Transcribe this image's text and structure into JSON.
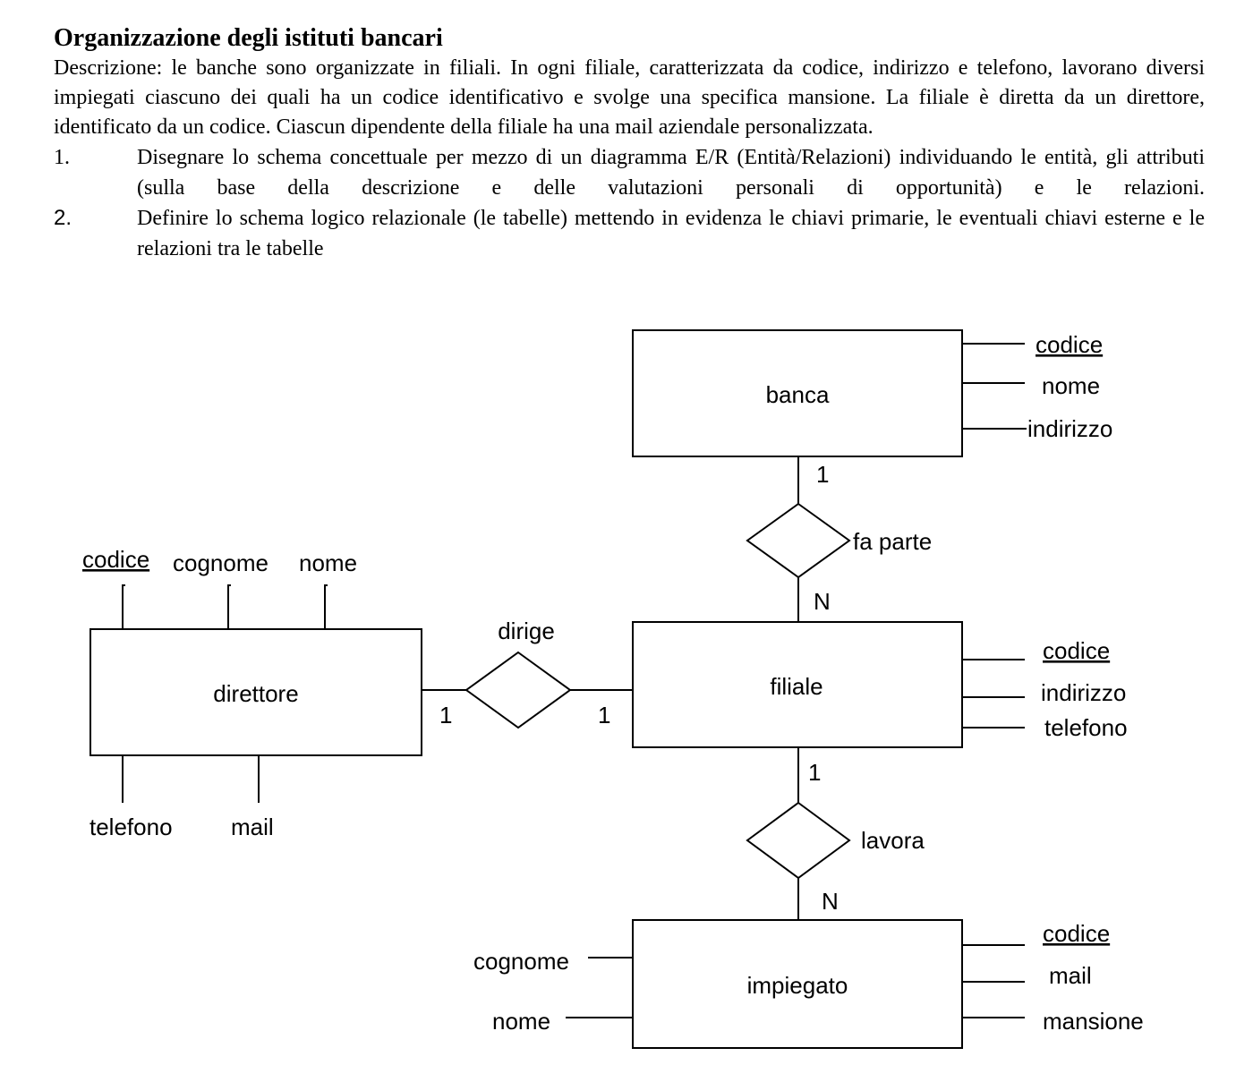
{
  "document": {
    "title": "Organizzazione degli istituti bancari",
    "description": "Descrizione: le banche sono organizzate in filiali. In ogni filiale, caratterizzata da codice, indirizzo e telefono, lavorano diversi impiegati ciascuno dei quali ha un codice identificativo e svolge una specifica mansione. La filiale è diretta da  un direttore, identificato da un codice. Ciascun dipendente della filiale ha una mail aziendale personalizzata.",
    "tasks": [
      {
        "number": "1.",
        "text": "Disegnare lo schema concettuale per mezzo di un  diagramma E/R  (Entità/Relazioni) individuando le entità, gli attributi (sulla base della descrizione e delle  valutazioni personali di opportunità) e le relazioni."
      },
      {
        "number": "2.",
        "text": "Definire lo schema logico relazionale (le tabelle) mettendo in evidenza le chiavi primarie, le eventuali chiavi esterne e le relazioni tra le tabelle"
      }
    ]
  },
  "diagram": {
    "entities": {
      "banca": {
        "name": "banca",
        "attributes": [
          {
            "name": "codice",
            "key": true
          },
          {
            "name": "nome",
            "key": false
          },
          {
            "name": "indirizzo",
            "key": false
          }
        ]
      },
      "filiale": {
        "name": "filiale",
        "attributes": [
          {
            "name": "codice",
            "key": true
          },
          {
            "name": "indirizzo",
            "key": false
          },
          {
            "name": "telefono",
            "key": false
          }
        ]
      },
      "direttore": {
        "name": "direttore",
        "attributes": [
          {
            "name": "codice",
            "key": true
          },
          {
            "name": "cognome",
            "key": false
          },
          {
            "name": "nome",
            "key": false
          },
          {
            "name": "telefono",
            "key": false
          },
          {
            "name": "mail",
            "key": false
          }
        ]
      },
      "impiegato": {
        "name": "impiegato",
        "attributes": [
          {
            "name": "codice",
            "key": true
          },
          {
            "name": "mail",
            "key": false
          },
          {
            "name": "mansione",
            "key": false
          },
          {
            "name": "cognome",
            "key": false
          },
          {
            "name": "nome",
            "key": false
          }
        ]
      }
    },
    "relationships": {
      "fa_parte": {
        "name": "fa parte",
        "card_banca": "1",
        "card_filiale": "N"
      },
      "dirige": {
        "name": "dirige",
        "card_direttore": "1",
        "card_filiale": "1"
      },
      "lavora": {
        "name": "lavora",
        "card_filiale": "1",
        "card_impiegato": "N"
      }
    }
  }
}
